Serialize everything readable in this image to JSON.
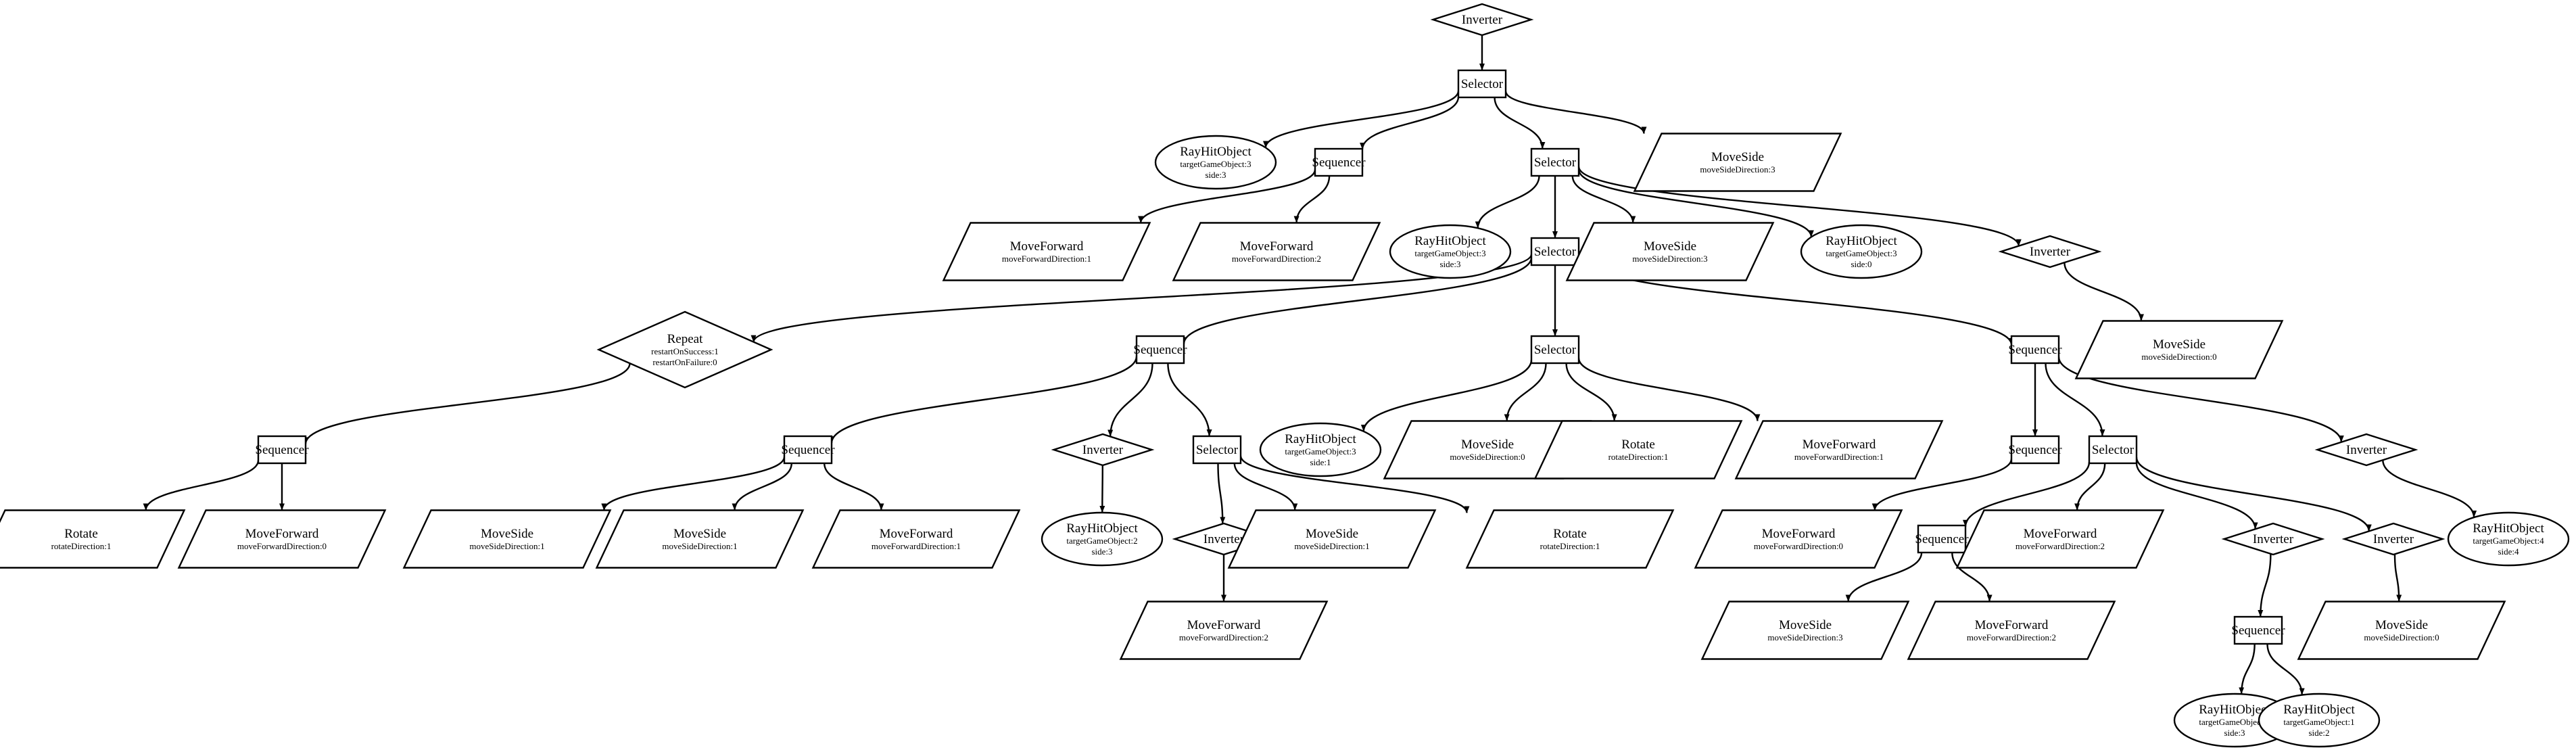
{
  "nodes": {
    "n1": {
      "shape": "diamond",
      "lines": [
        "Inverter"
      ]
    },
    "n2": {
      "shape": "box",
      "lines": [
        "Selector"
      ]
    },
    "n3": {
      "shape": "ellipse",
      "lines": [
        "RayHitObject",
        "targetGameObject:3",
        "side:3"
      ]
    },
    "n4": {
      "shape": "box",
      "lines": [
        "Sequencer"
      ]
    },
    "n5": {
      "shape": "box",
      "lines": [
        "Selector"
      ]
    },
    "n6": {
      "shape": "parallelogram",
      "lines": [
        "MoveSide",
        "moveSideDirection:3"
      ]
    },
    "n7": {
      "shape": "parallelogram",
      "lines": [
        "MoveForward",
        "moveForwardDirection:1"
      ]
    },
    "n8": {
      "shape": "parallelogram",
      "lines": [
        "MoveForward",
        "moveForwardDirection:2"
      ]
    },
    "n9": {
      "shape": "ellipse",
      "lines": [
        "RayHitObject",
        "targetGameObject:3",
        "side:3"
      ]
    },
    "n10": {
      "shape": "box",
      "lines": [
        "Selector"
      ]
    },
    "n11": {
      "shape": "parallelogram",
      "lines": [
        "MoveSide",
        "moveSideDirection:3"
      ]
    },
    "n12": {
      "shape": "ellipse",
      "lines": [
        "RayHitObject",
        "targetGameObject:3",
        "side:0"
      ]
    },
    "n13": {
      "shape": "diamond",
      "lines": [
        "Inverter"
      ]
    },
    "n14": {
      "shape": "parallelogram",
      "lines": [
        "MoveSide",
        "moveSideDirection:0"
      ]
    },
    "n15": {
      "shape": "diamond",
      "lines": [
        "Repeat",
        "restartOnSuccess:1",
        "restartOnFailure:0"
      ]
    },
    "n16": {
      "shape": "box",
      "lines": [
        "Sequencer"
      ]
    },
    "n17": {
      "shape": "box",
      "lines": [
        "Selector"
      ]
    },
    "n18": {
      "shape": "box",
      "lines": [
        "Sequencer"
      ]
    },
    "n19": {
      "shape": "box",
      "lines": [
        "Sequencer"
      ]
    },
    "n20": {
      "shape": "parallelogram",
      "lines": [
        "Rotate",
        "rotateDirection:1"
      ]
    },
    "n21": {
      "shape": "parallelogram",
      "lines": [
        "MoveForward",
        "moveForwardDirection:0"
      ]
    },
    "n22": {
      "shape": "box",
      "lines": [
        "Sequencer"
      ]
    },
    "n23": {
      "shape": "diamond",
      "lines": [
        "Inverter"
      ]
    },
    "n24": {
      "shape": "box",
      "lines": [
        "Selector"
      ]
    },
    "n25": {
      "shape": "parallelogram",
      "lines": [
        "MoveSide",
        "moveSideDirection:1"
      ]
    },
    "n26": {
      "shape": "parallelogram",
      "lines": [
        "MoveSide",
        "moveSideDirection:1"
      ]
    },
    "n27": {
      "shape": "parallelogram",
      "lines": [
        "MoveForward",
        "moveForwardDirection:1"
      ]
    },
    "n28": {
      "shape": "ellipse",
      "lines": [
        "RayHitObject",
        "targetGameObject:2",
        "side:3"
      ]
    },
    "n29": {
      "shape": "diamond",
      "lines": [
        "Inverter"
      ]
    },
    "n30": {
      "shape": "parallelogram",
      "lines": [
        "MoveSide",
        "moveSideDirection:1"
      ]
    },
    "n31": {
      "shape": "parallelogram",
      "lines": [
        "Rotate",
        "rotateDirection:1"
      ]
    },
    "n32": {
      "shape": "parallelogram",
      "lines": [
        "MoveForward",
        "moveForwardDirection:2"
      ]
    },
    "n33": {
      "shape": "ellipse",
      "lines": [
        "RayHitObject",
        "targetGameObject:3",
        "side:1"
      ]
    },
    "n34": {
      "shape": "parallelogram",
      "lines": [
        "MoveSide",
        "moveSideDirection:0"
      ]
    },
    "n35": {
      "shape": "parallelogram",
      "lines": [
        "Rotate",
        "rotateDirection:1"
      ]
    },
    "n36": {
      "shape": "parallelogram",
      "lines": [
        "MoveForward",
        "moveForwardDirection:1"
      ]
    },
    "n37": {
      "shape": "box",
      "lines": [
        "Sequencer"
      ]
    },
    "n38": {
      "shape": "box",
      "lines": [
        "Selector"
      ]
    },
    "n39": {
      "shape": "diamond",
      "lines": [
        "Inverter"
      ]
    },
    "n40": {
      "shape": "ellipse",
      "lines": [
        "RayHitObject",
        "targetGameObject:4",
        "side:4"
      ]
    },
    "n41": {
      "shape": "parallelogram",
      "lines": [
        "MoveForward",
        "moveForwardDirection:0"
      ]
    },
    "n42": {
      "shape": "box",
      "lines": [
        "Sequencer"
      ]
    },
    "n43": {
      "shape": "parallelogram",
      "lines": [
        "MoveForward",
        "moveForwardDirection:2"
      ]
    },
    "n44": {
      "shape": "diamond",
      "lines": [
        "Inverter"
      ]
    },
    "n45": {
      "shape": "diamond",
      "lines": [
        "Inverter"
      ]
    },
    "n46": {
      "shape": "parallelogram",
      "lines": [
        "MoveSide",
        "moveSideDirection:3"
      ]
    },
    "n47": {
      "shape": "parallelogram",
      "lines": [
        "MoveForward",
        "moveForwardDirection:2"
      ]
    },
    "n48": {
      "shape": "box",
      "lines": [
        "Sequencer"
      ]
    },
    "n49": {
      "shape": "parallelogram",
      "lines": [
        "MoveSide",
        "moveSideDirection:0"
      ]
    },
    "n50": {
      "shape": "ellipse",
      "lines": [
        "RayHitObject",
        "targetGameObject:3",
        "side:3"
      ]
    },
    "n51": {
      "shape": "ellipse",
      "lines": [
        "RayHitObject",
        "targetGameObject:1",
        "side:2"
      ]
    }
  },
  "edges": [
    [
      "n1",
      "n2"
    ],
    [
      "n2",
      "n3"
    ],
    [
      "n2",
      "n4"
    ],
    [
      "n2",
      "n5"
    ],
    [
      "n2",
      "n6"
    ],
    [
      "n4",
      "n7"
    ],
    [
      "n4",
      "n8"
    ],
    [
      "n5",
      "n9"
    ],
    [
      "n5",
      "n10"
    ],
    [
      "n5",
      "n11"
    ],
    [
      "n5",
      "n12"
    ],
    [
      "n5",
      "n13"
    ],
    [
      "n13",
      "n14"
    ],
    [
      "n10",
      "n15"
    ],
    [
      "n10",
      "n16"
    ],
    [
      "n10",
      "n17"
    ],
    [
      "n10",
      "n18"
    ],
    [
      "n15",
      "n19"
    ],
    [
      "n19",
      "n20"
    ],
    [
      "n19",
      "n21"
    ],
    [
      "n16",
      "n22"
    ],
    [
      "n16",
      "n23"
    ],
    [
      "n16",
      "n24"
    ],
    [
      "n22",
      "n25"
    ],
    [
      "n22",
      "n26"
    ],
    [
      "n22",
      "n27"
    ],
    [
      "n23",
      "n28"
    ],
    [
      "n24",
      "n29"
    ],
    [
      "n24",
      "n30"
    ],
    [
      "n24",
      "n31"
    ],
    [
      "n29",
      "n32"
    ],
    [
      "n17",
      "n33"
    ],
    [
      "n17",
      "n34"
    ],
    [
      "n17",
      "n35"
    ],
    [
      "n17",
      "n36"
    ],
    [
      "n18",
      "n37"
    ],
    [
      "n18",
      "n38"
    ],
    [
      "n18",
      "n39"
    ],
    [
      "n39",
      "n40"
    ],
    [
      "n37",
      "n41"
    ],
    [
      "n38",
      "n42"
    ],
    [
      "n38",
      "n43"
    ],
    [
      "n38",
      "n44"
    ],
    [
      "n38",
      "n45"
    ],
    [
      "n42",
      "n46"
    ],
    [
      "n42",
      "n47"
    ],
    [
      "n44",
      "n48"
    ],
    [
      "n45",
      "n49"
    ],
    [
      "n48",
      "n50"
    ],
    [
      "n48",
      "n51"
    ]
  ]
}
